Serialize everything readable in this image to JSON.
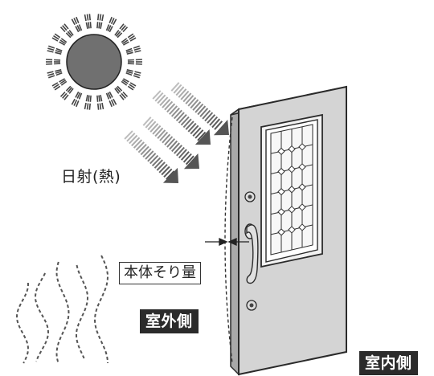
{
  "labels": {
    "solar_radiation": "日射(熱)",
    "body_warp": "本体そり量",
    "outdoor_side": "室外側",
    "indoor_side": "室内側"
  },
  "colors": {
    "sun": "#6f6f6f",
    "door_face": "#d4d4d4",
    "door_edge": "#9a9a9a",
    "arrow": "#5a5a5a",
    "outline": "#2a2a2a",
    "tag_bg": "#2b2b2b"
  },
  "icons": [
    "sun-icon",
    "heat-arrow-icon",
    "heat-haze-icon",
    "door-icon",
    "lever-handle-icon",
    "lock-cylinder-icon"
  ]
}
